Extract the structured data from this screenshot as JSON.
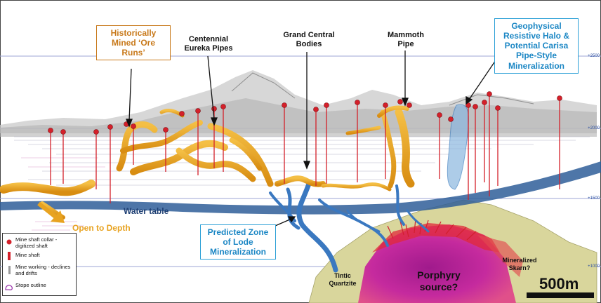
{
  "labels": {
    "historically_mined": "Historically Mined ‘Ore Runs’",
    "centennial_eureka": "Centennial Eureka Pipes",
    "grand_central": "Grand Central Bodies",
    "mammoth": "Mammoth Pipe",
    "geophysical": "Geophysical Resistive Halo & Potential Carisa Pipe-Style Mineralization",
    "water_table": "Water table",
    "open_to_depth": "Open to Depth",
    "predicted_zone": "Predicted Zone of Lode Mineralization",
    "tintic_quartzite": "Tintic Quartzite",
    "porphyry_source": "Porphyry source?",
    "mineralized_skarn": "Mineralized Skarn?"
  },
  "elevation_labels": [
    "+2500",
    "+2000",
    "+1500",
    "+1000"
  ],
  "scale_bar": {
    "label": "500m"
  },
  "legend": {
    "items": [
      {
        "symbol": "red-dot-icon",
        "label": "Mine shaft collar - digitized shaft"
      },
      {
        "symbol": "red-bar-icon",
        "label": "Mine shaft"
      },
      {
        "symbol": "grey-bar-icon",
        "label": "Mine working - declines and drifts"
      },
      {
        "symbol": "purple-outline-icon",
        "label": "Stope outline"
      }
    ]
  },
  "colors": {
    "ore_orange": "#e8a321",
    "ore_orange_dark": "#b8760d",
    "lode_blue": "#3a78c0",
    "water_table": "#2f5e99",
    "quartzite": "#d7d49a",
    "porphyry_magenta": "#c22a9c",
    "porphyry_red": "#e0283a",
    "callout_orange": "#c8791a",
    "callout_blue": "#2a9fd6",
    "shaft_red": "#d4202a"
  }
}
